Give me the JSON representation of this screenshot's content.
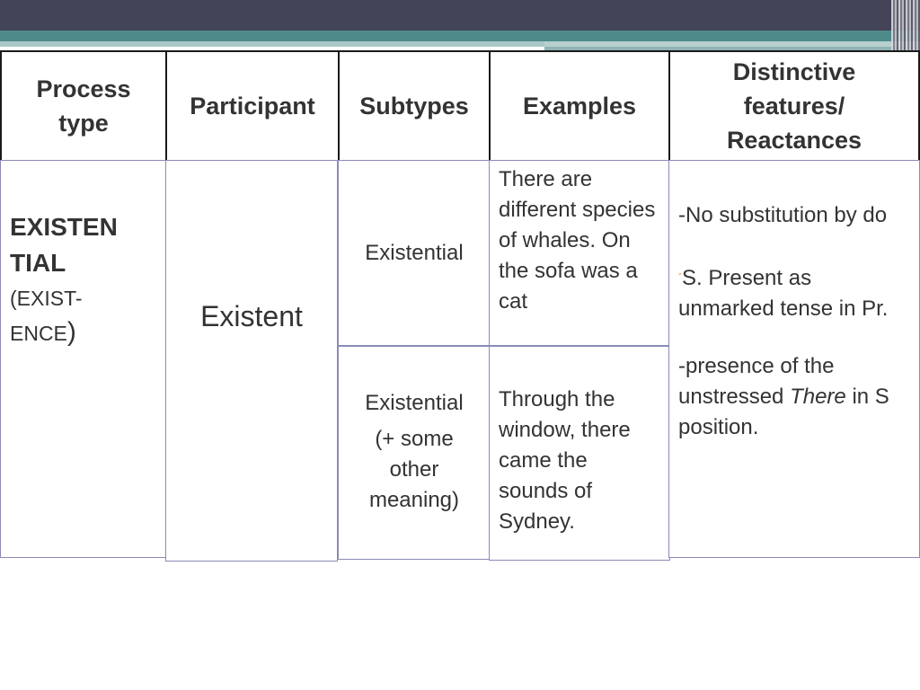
{
  "table": {
    "headers": {
      "process_type": "Process type",
      "participant": "Participant",
      "subtypes": "Subtypes",
      "examples": "Examples",
      "distinctive": "Distinctive features/ Reactances"
    },
    "process_type": {
      "name": "EXISTEN TIAL",
      "sub_open": "(EXIST-ENCE",
      "sub_close": ")"
    },
    "participant": "Existent",
    "subtypes": [
      {
        "label": "Existential",
        "extra": ""
      },
      {
        "label": "Existential",
        "extra": "(+ some other meaning)"
      }
    ],
    "examples": [
      "There  are different species of whales. On the sofa was a cat",
      "Through the window, there came the sounds of Sydney."
    ],
    "features": {
      "f1": "-No substitution by do",
      "f2_dash": "-",
      "f2": "S. Present as unmarked tense in Pr.",
      "f3_before": "-presence of the unstressed ",
      "f3_italic": "There",
      "f3_after": " in S position."
    }
  }
}
